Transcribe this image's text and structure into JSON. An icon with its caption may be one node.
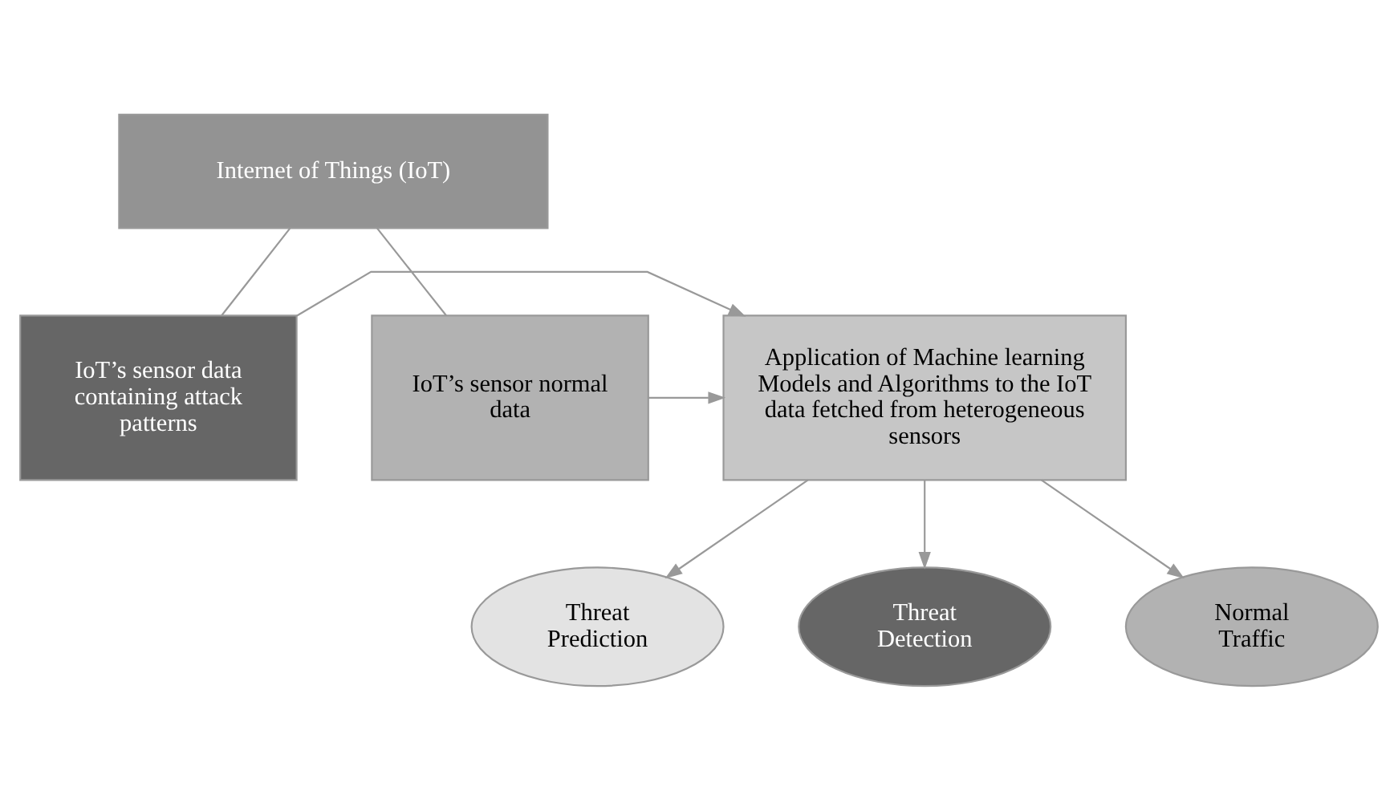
{
  "diagram": {
    "nodes": [
      {
        "text": [
          "Internet of Things (IoT)"
        ]
      },
      {
        "text": [
          "IoT’s sensor data containing attack patterns"
        ]
      },
      {
        "text": [
          "Application of Machine learning Models and Algorithms to the IoT data fetched from heterogeneous sensors"
        ]
      },
      {
        "text": [
          "IoT’s sensor normal data"
        ]
      },
      {
        "text": [
          "Threat Prediction"
        ]
      },
      {
        "text": [
          "Threat Detection"
        ]
      },
      {
        "text": [
          "Normal Traffic"
        ]
      }
    ],
    "edges": [
      {
        "from": 0,
        "to": 1,
        "arrow": "none"
      },
      {
        "from": 0,
        "to": 3,
        "arrow": "none"
      },
      {
        "from": 1,
        "to": 2,
        "arrow": "to"
      },
      {
        "from": 3,
        "to": 2,
        "arrow": "to"
      },
      {
        "from": 2,
        "to": 4,
        "arrow": "to"
      },
      {
        "from": 2,
        "to": 5,
        "arrow": "to"
      },
      {
        "from": 2,
        "to": 6,
        "arrow": "to"
      }
    ]
  }
}
